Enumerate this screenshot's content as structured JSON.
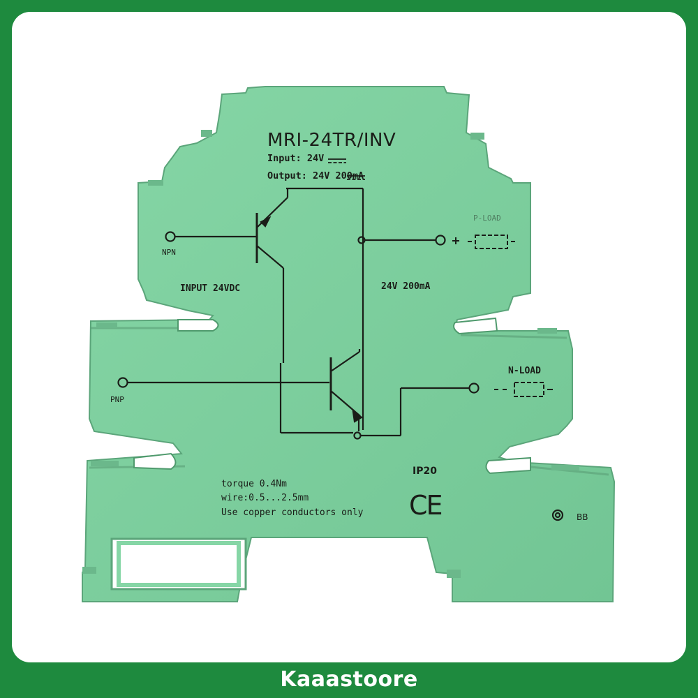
{
  "product": {
    "model": "MRI-24TR/INV",
    "input_spec": "Input:  24V",
    "output_spec": "Output: 24V     200mA",
    "label_npn": "NPN",
    "label_input_voltage": "INPUT 24VDC",
    "label_output_rating": "24V 200mA",
    "label_p_load": "P-LOAD",
    "label_n_load": "N-LOAD",
    "label_pnp": "PNP",
    "protection_rating": "IP20",
    "certification_mark": "CE",
    "torque": "torque 0.4Nm",
    "wire": "wire:0.5...2.5mm",
    "conductor_note": "Use copper conductors only",
    "label_bb": "BB",
    "colors": {
      "housing": "#7ecf9e",
      "housing_shadow": "#63b283",
      "print": "#1a1d18",
      "frame": "#1e8a3e"
    }
  },
  "store": {
    "name": "Kaaastoore"
  }
}
